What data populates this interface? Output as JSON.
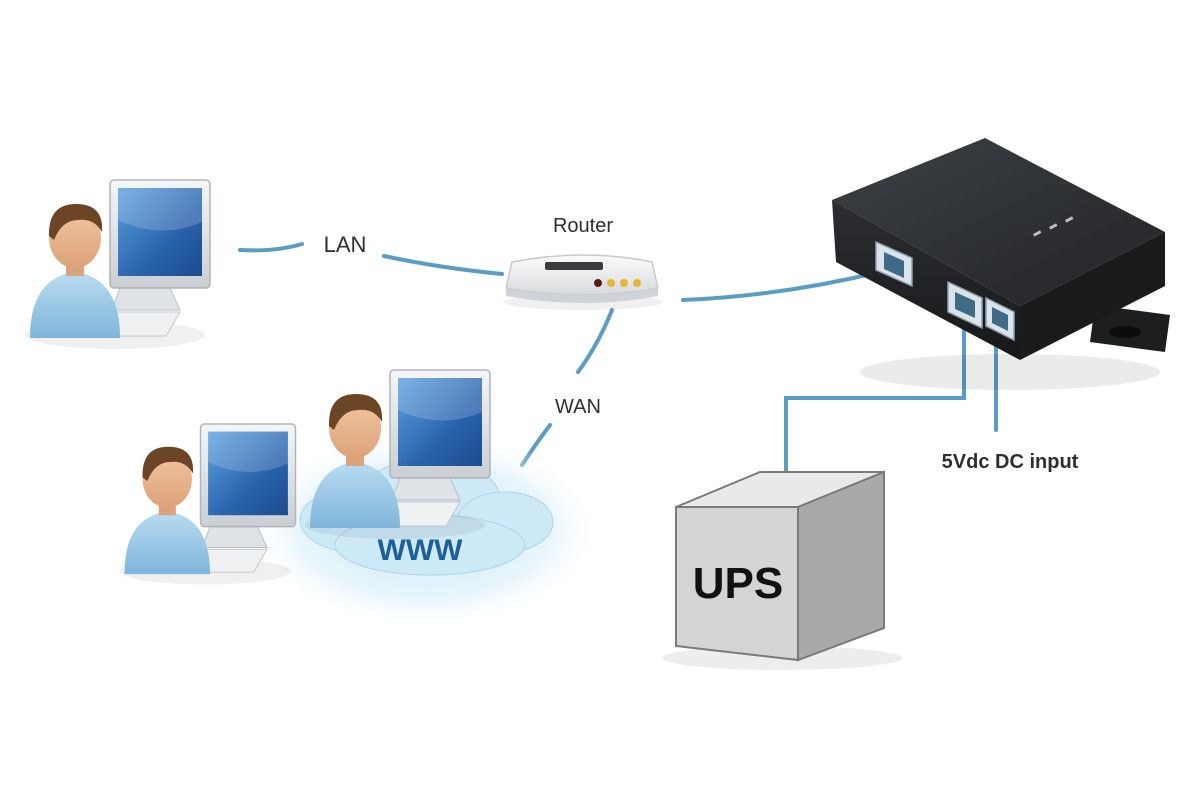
{
  "labels": {
    "lan": "LAN",
    "router": "Router",
    "wan": "WAN",
    "www": "WWW",
    "dc_input": "5Vdc DC input",
    "ups": "UPS"
  },
  "colors": {
    "cable": "#5b9cc4",
    "cloud": "#c9e6f4",
    "www_text": "#1f5f99",
    "device_body": "#2c2e31",
    "ups_front": "#d4d4d4",
    "ups_side": "#a9a9a9",
    "ups_top": "#e9e9e9",
    "monitor_screen": "#2f74c0",
    "person_shirt": "#9fcbe7",
    "person_hair": "#6b4526"
  },
  "icons": {
    "workstation_user": "user-computer-icon",
    "router": "router-icon",
    "cloud": "cloud-icon",
    "device": "network-device-icon",
    "ups": "ups-box-icon"
  }
}
